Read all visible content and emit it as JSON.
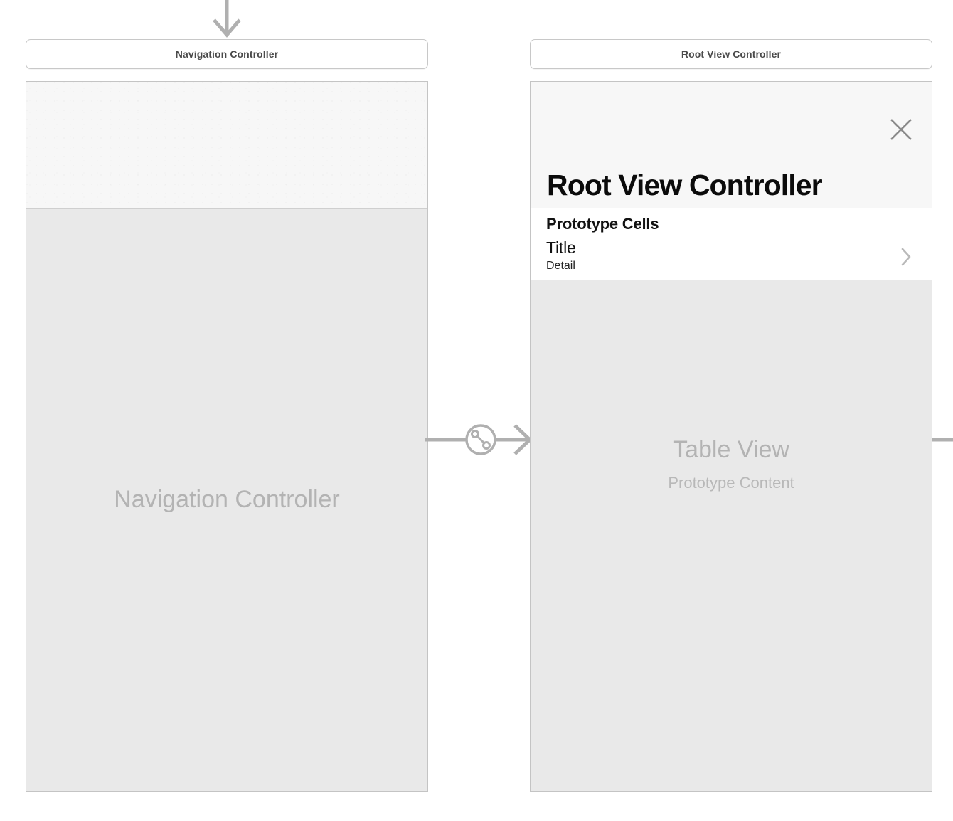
{
  "canvas": {
    "background": "#ffffff",
    "scene_fill": "#e9e9e9",
    "scene_border": "#c4c4c4",
    "label_border": "#c8c8c8",
    "placeholder_text_color": "#b3b3b3",
    "connector_color": "#b0b0b0"
  },
  "scenes": [
    {
      "id": "navigation-controller",
      "label": "Navigation Controller",
      "placeholder_title": "Navigation Controller",
      "placeholder_subtitle": "",
      "is_initial": true
    },
    {
      "id": "root-view-controller",
      "label": "Root View Controller",
      "large_title": "Root View Controller",
      "close_icon": "close-icon",
      "table": {
        "section_header": "Prototype Cells",
        "cells": [
          {
            "title": "Title",
            "detail": "Detail",
            "accessory_icon": "chevron-right-icon"
          }
        ],
        "placeholder_title": "Table View",
        "placeholder_subtitle": "Prototype Content"
      }
    }
  ],
  "connectors": {
    "entry_arrow": {
      "icon": "arrow-down-icon",
      "target": "Navigation Controller"
    },
    "relationship_segue": {
      "icon": "relationship-segue-icon",
      "from": "Navigation Controller",
      "to": "Root View Controller",
      "arrow_icon": "arrow-right-icon"
    },
    "outgoing_segue_stub": {
      "icon": "segue-line-icon",
      "from": "Root View Controller"
    }
  }
}
